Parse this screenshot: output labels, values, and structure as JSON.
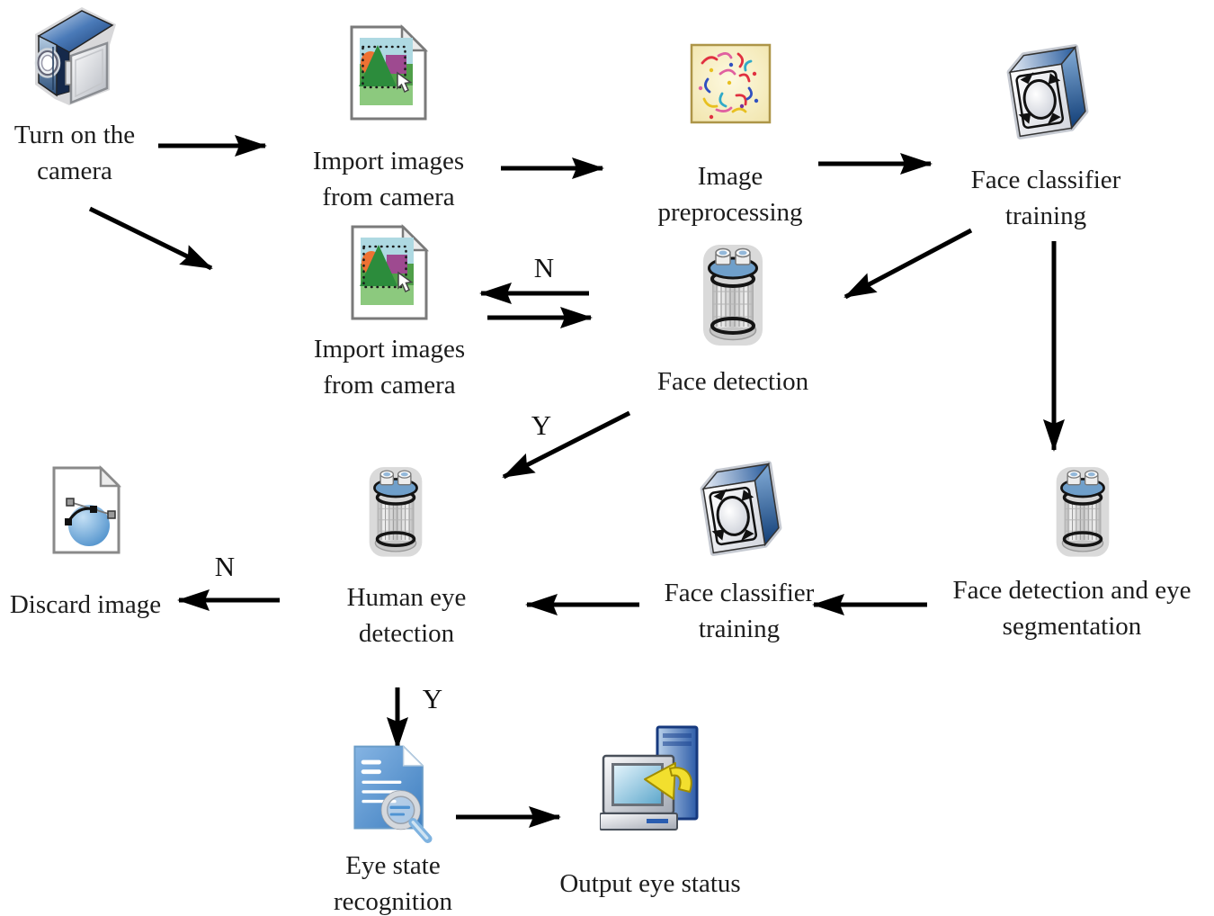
{
  "diagram_type": "flowchart",
  "nodes": {
    "turn_on_camera": {
      "lines": [
        "Turn on the",
        "camera"
      ],
      "icon": "video-camera-icon"
    },
    "import_images_top": {
      "lines": [
        "Import images",
        "from camera"
      ],
      "icon": "image-file-icon"
    },
    "image_preprocessing": {
      "lines": [
        "Image",
        "preprocessing"
      ],
      "icon": "confetti-image-icon"
    },
    "face_classifier_training_top": {
      "lines": [
        "Face classifier",
        "training"
      ],
      "icon": "classifier-box-icon"
    },
    "import_images_loop": {
      "lines": [
        "Import images",
        "from camera"
      ],
      "icon": "image-file-icon"
    },
    "face_detection": {
      "lines": [
        "Face detection"
      ],
      "icon": "filter-cylinder-icon"
    },
    "discard_image": {
      "lines": [
        "Discard image"
      ],
      "icon": "vector-drawing-icon"
    },
    "human_eye_detection": {
      "lines": [
        "Human eye",
        "detection"
      ],
      "icon": "filter-cylinder-icon"
    },
    "face_classifier_training_bottom": {
      "lines": [
        "Face classifier",
        "training"
      ],
      "icon": "classifier-box-icon"
    },
    "face_detection_eye_segmentation": {
      "lines": [
        "Face detection and eye",
        "segmentation"
      ],
      "icon": "filter-cylinder-icon"
    },
    "eye_state_recognition": {
      "lines": [
        "Eye state",
        "recognition"
      ],
      "icon": "document-search-icon"
    },
    "output_eye_status": {
      "lines": [
        "Output eye status"
      ],
      "icon": "computer-export-icon"
    }
  },
  "edges": [
    {
      "from": "turn_on_camera",
      "to": "import_images_top",
      "label": ""
    },
    {
      "from": "import_images_top",
      "to": "image_preprocessing",
      "label": ""
    },
    {
      "from": "image_preprocessing",
      "to": "face_classifier_training_top",
      "label": ""
    },
    {
      "from": "turn_on_camera",
      "to": "import_images_loop",
      "label": ""
    },
    {
      "from": "face_detection",
      "to": "import_images_loop",
      "label": "N"
    },
    {
      "from": "import_images_loop",
      "to": "face_detection",
      "label": ""
    },
    {
      "from": "face_classifier_training_top",
      "to": "face_detection",
      "label": ""
    },
    {
      "from": "face_classifier_training_top",
      "to": "face_detection_eye_segmentation",
      "label": ""
    },
    {
      "from": "face_detection",
      "to": "human_eye_detection",
      "label": "Y"
    },
    {
      "from": "face_detection_eye_segmentation",
      "to": "face_classifier_training_bottom",
      "label": ""
    },
    {
      "from": "face_classifier_training_bottom",
      "to": "human_eye_detection",
      "label": ""
    },
    {
      "from": "human_eye_detection",
      "to": "discard_image",
      "label": "N"
    },
    {
      "from": "human_eye_detection",
      "to": "eye_state_recognition",
      "label": "Y"
    },
    {
      "from": "eye_state_recognition",
      "to": "output_eye_status",
      "label": ""
    }
  ],
  "colors": {
    "arrow": "#000000",
    "text": "#1c1c1c",
    "cylinder_cap_blue": "#6f9fca",
    "classifier_blue": "#2a5fa0",
    "document_blue": "#4f93d2",
    "export_arrow_yellow": "#f2df2e",
    "confetti_background": "#f6eebc"
  }
}
